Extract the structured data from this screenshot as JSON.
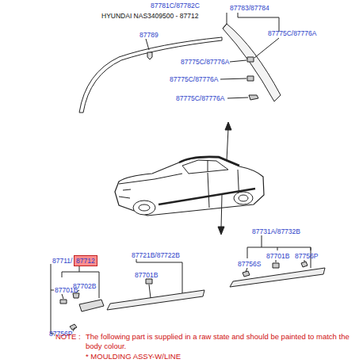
{
  "diagram": {
    "nodes": [
      {
        "text": [
          "87712"
        ]
      }
    ],
    "edges": [],
    "labels": [
      "HYUNDAI NAS3409500 - 87712",
      "87781C/87782C",
      "87783/87784",
      "87789",
      "87775C/87776A",
      "87775C/87776A",
      "87775C/87776A",
      "87775C/87776A",
      "87731A/87732B",
      "87711/",
      "87721B/87722B",
      "87701B",
      "87756P",
      "87756S",
      "87701B",
      "87701B",
      "87702B",
      "87756P",
      "NOTE :",
      "The following part is supplied in a raw state and should be painted to match the body colour.",
      "* MOULDING ASSY-W/LINE"
    ]
  }
}
